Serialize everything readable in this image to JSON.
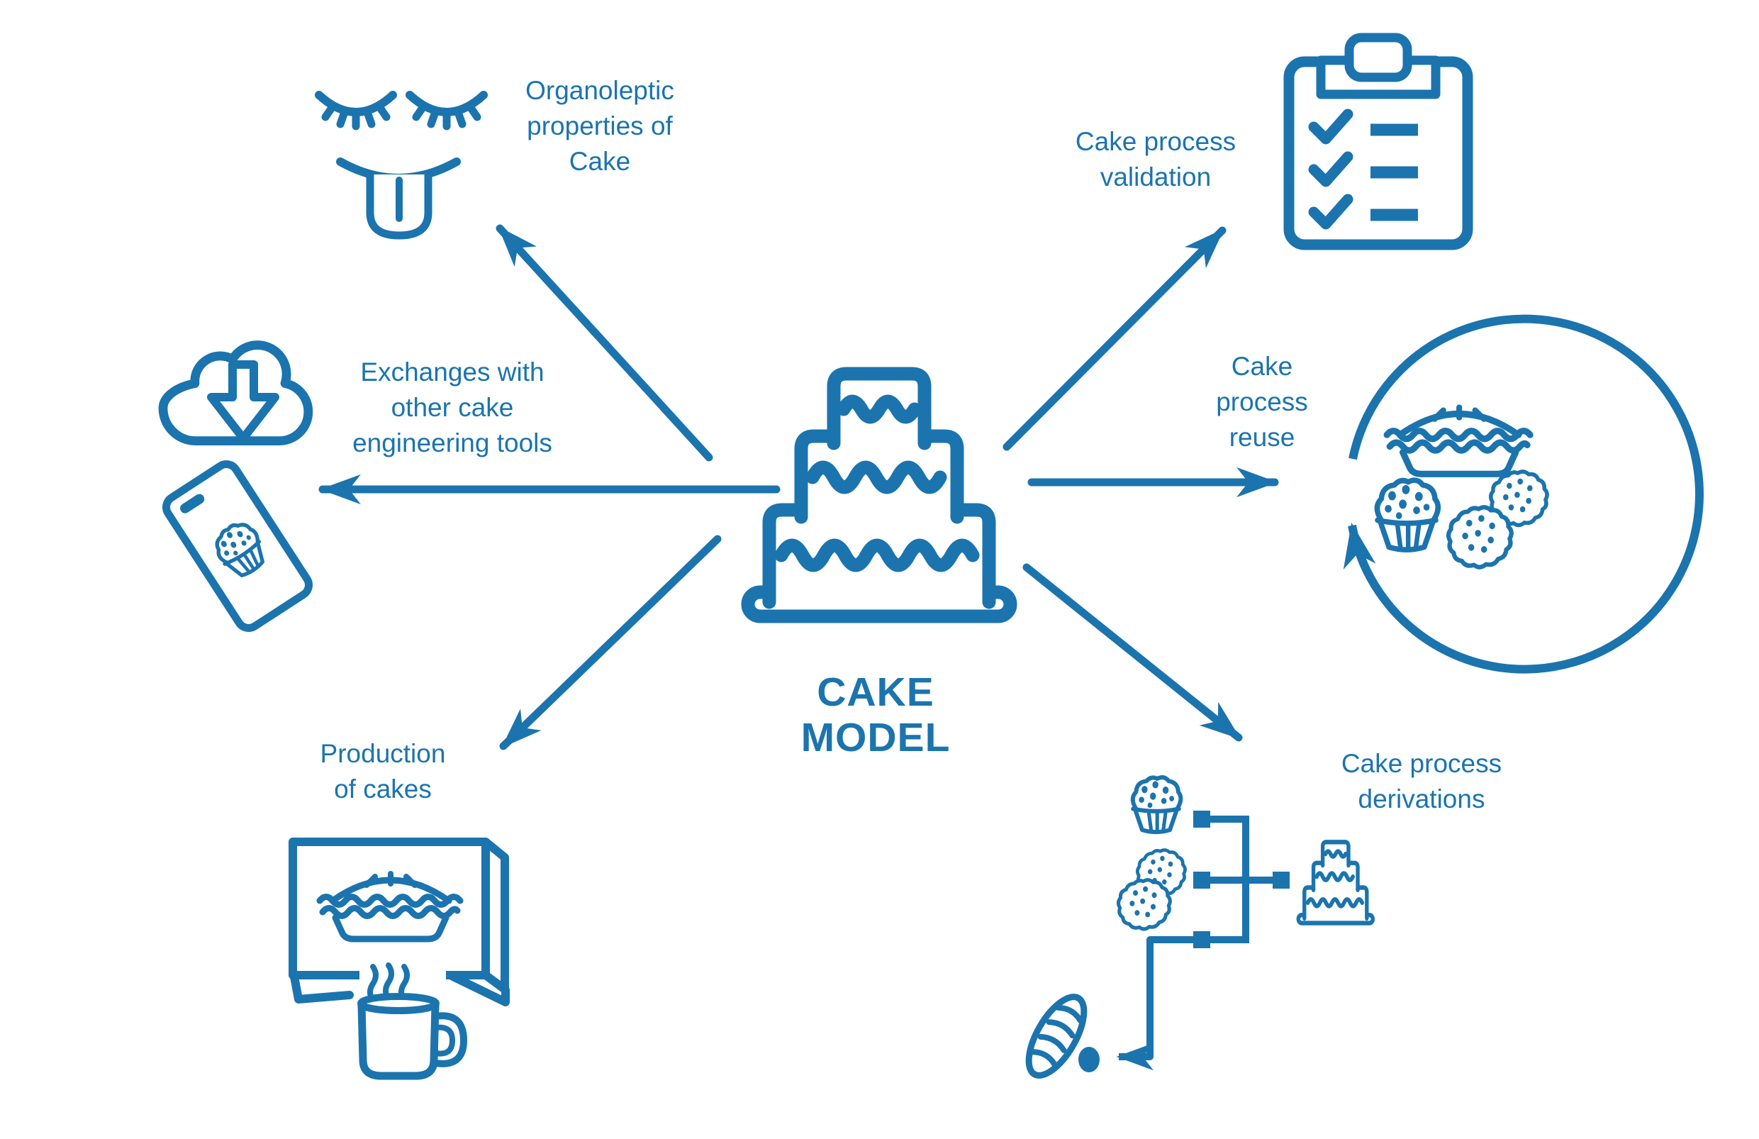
{
  "colors": {
    "accent": "#1b74ae",
    "background": "#ffffff"
  },
  "title": {
    "text": "CAKE\nMODEL"
  },
  "nodes": {
    "organoleptic": {
      "label": "Organoleptic\nproperties of\nCake",
      "icon": "taste-face-icon"
    },
    "validation": {
      "label": "Cake process\nvalidation",
      "icon": "clipboard-checklist-icon"
    },
    "exchanges": {
      "label": "Exchanges with\nother cake\nengineering tools",
      "icon": "cloud-download-icon / phone-muffin-icon"
    },
    "reuse": {
      "label": "Cake\nprocess\nreuse",
      "icon": "cycle-pastries-icon"
    },
    "production": {
      "label": "Production\nof cakes",
      "icon": "pie-box-mug-icon"
    },
    "derivations": {
      "label": "Cake process\nderivations",
      "icon": "derivation-flow-icon"
    }
  },
  "center": {
    "icon": "tiered-cake-icon"
  },
  "arrows": [
    {
      "from": "cake-model",
      "to": "organoleptic"
    },
    {
      "from": "cake-model",
      "to": "exchanges"
    },
    {
      "from": "cake-model",
      "to": "production"
    },
    {
      "from": "cake-model",
      "to": "validation"
    },
    {
      "from": "cake-model",
      "to": "reuse"
    },
    {
      "from": "cake-model",
      "to": "derivations"
    }
  ]
}
